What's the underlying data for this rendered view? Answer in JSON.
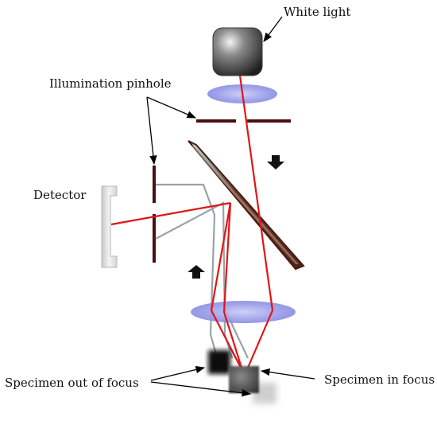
{
  "labels": {
    "white_light": "White light",
    "illumination_pinhole": "Illumination pinhole",
    "detector": "Detector",
    "specimen_out_of_focus": "Specimen out of focus",
    "specimen_in_focus": "Specimen in focus"
  },
  "colors": {
    "illumination_beam": "#e01616",
    "emission_beam": "#9aa3a8",
    "pinhole_bar": "#4a1012",
    "lens": "#8e92e6",
    "annotation": "#000000"
  },
  "icons": {
    "light_source": "white-light-cube-icon",
    "detector": "detector-bracket-icon",
    "direction_down": "arrow-down-icon",
    "direction_up": "arrow-up-icon"
  }
}
